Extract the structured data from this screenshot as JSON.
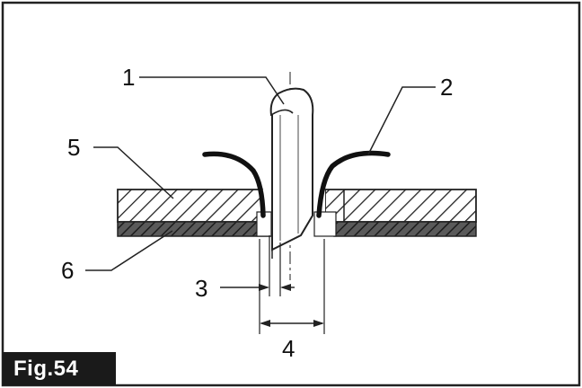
{
  "figure": {
    "label": "Fig.54",
    "callouts": {
      "c1": "1",
      "c2": "2",
      "c3": "3",
      "c4": "4",
      "c5": "5",
      "c6": "6"
    }
  }
}
